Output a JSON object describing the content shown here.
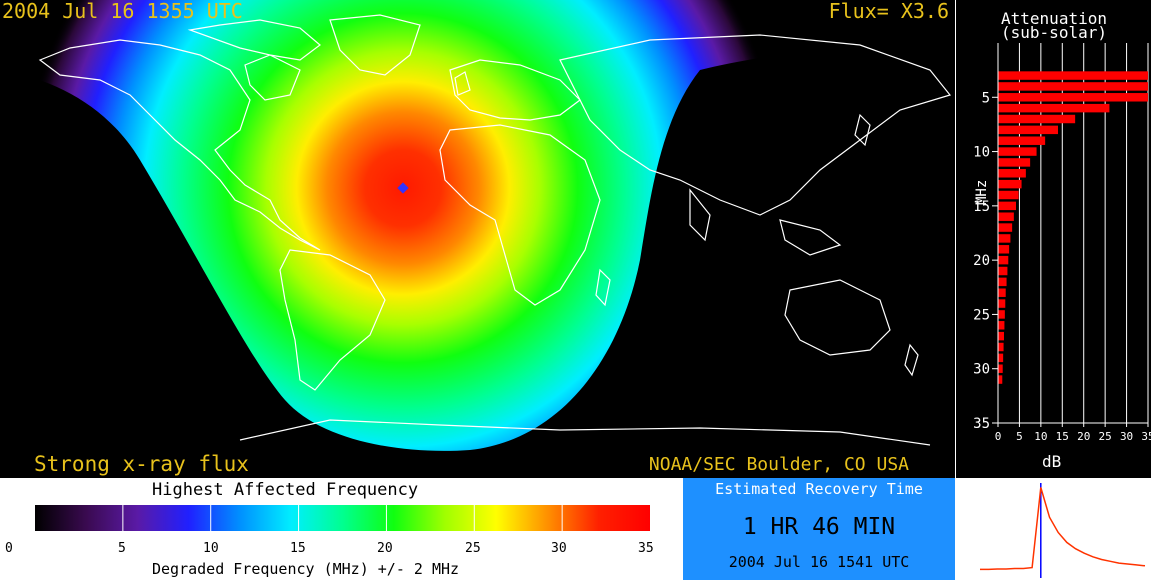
{
  "header": {
    "timestamp": "2004 Jul 16 1355 UTC",
    "flux": "Flux= X3.6"
  },
  "map": {
    "footer_left": "Strong x-ray flux",
    "footer_right": "NOAA/SEC Boulder, CO USA",
    "marker_color": "#3333ff",
    "coastline_color": "#ffffff"
  },
  "scale": {
    "title": "Highest Affected Frequency",
    "xlabel": "Degraded Frequency (MHz) +/- 2 MHz",
    "ticks": [
      "0",
      "5",
      "10",
      "15",
      "20",
      "25",
      "30",
      "35"
    ],
    "stops": [
      "#000000",
      "#3a0a50",
      "#5a1aa6",
      "#2020ff",
      "#0090ff",
      "#00eeff",
      "#00ff90",
      "#10ff10",
      "#a0ff00",
      "#ffff00",
      "#ff9000",
      "#ff2000",
      "#ff0000"
    ]
  },
  "recovery": {
    "label": "Estimated Recovery Time",
    "duration": "1 HR 46 MIN",
    "end_time": "2004 Jul 16 1541 UTC"
  },
  "chart_data": [
    {
      "type": "bar",
      "title": "Attenuation (sub-solar)",
      "title_line1": "Attenuation",
      "title_line2": "(sub-solar)",
      "orientation": "horizontal",
      "ylabel": "MHz",
      "xlabel": "dB",
      "ylim": [
        0,
        35
      ],
      "xlim": [
        0,
        35
      ],
      "yticks": [
        "5",
        "10",
        "15",
        "20",
        "25",
        "30",
        "35"
      ],
      "xticks": [
        "0",
        "5",
        "10",
        "15",
        "20",
        "25",
        "30",
        "35"
      ],
      "bar_color": "#ff0000",
      "grid_x": true,
      "frequencies": [
        3,
        4,
        5,
        6,
        7,
        8,
        9,
        10,
        11,
        12,
        13,
        14,
        15,
        16,
        17,
        18,
        19,
        20,
        21,
        22,
        23,
        24,
        25,
        26,
        27,
        28,
        29,
        30,
        31
      ],
      "values": [
        35,
        35,
        35,
        26,
        18,
        14,
        11,
        9,
        7.5,
        6.5,
        5.5,
        4.8,
        4.2,
        3.7,
        3.3,
        2.9,
        2.6,
        2.4,
        2.2,
        2.0,
        1.8,
        1.7,
        1.6,
        1.5,
        1.4,
        1.3,
        1.2,
        1.1,
        1.0
      ]
    },
    {
      "type": "line",
      "title": "",
      "line_color": "#ff3300",
      "marker_line_color": "#0000ff",
      "ylim": [
        0,
        1
      ],
      "values": [
        0.04,
        0.04,
        0.045,
        0.045,
        0.05,
        0.05,
        0.06,
        0.95,
        0.62,
        0.45,
        0.34,
        0.27,
        0.22,
        0.18,
        0.15,
        0.13,
        0.11,
        0.1,
        0.09,
        0.08
      ],
      "current_index": 7
    }
  ]
}
